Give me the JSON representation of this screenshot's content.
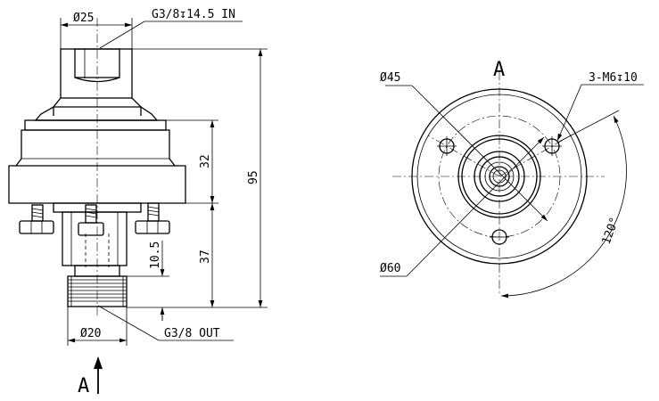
{
  "side_view": {
    "dim_top_dia": "Ø25",
    "inlet_thread": "G3/8↧14.5 IN",
    "dim_body_height": "32",
    "dim_total_height": "95",
    "dim_lower_height": "37",
    "dim_thread_len": "10.5",
    "dim_outlet_dia": "Ø20",
    "outlet_thread": "G3/8 OUT",
    "view_arrow_label": "A"
  },
  "end_view": {
    "view_title": "A",
    "dim_bolt_circle": "Ø45",
    "dim_flange_dia": "Ø60",
    "hole_callout": "3-M6↧10",
    "angle_label": "120°"
  }
}
